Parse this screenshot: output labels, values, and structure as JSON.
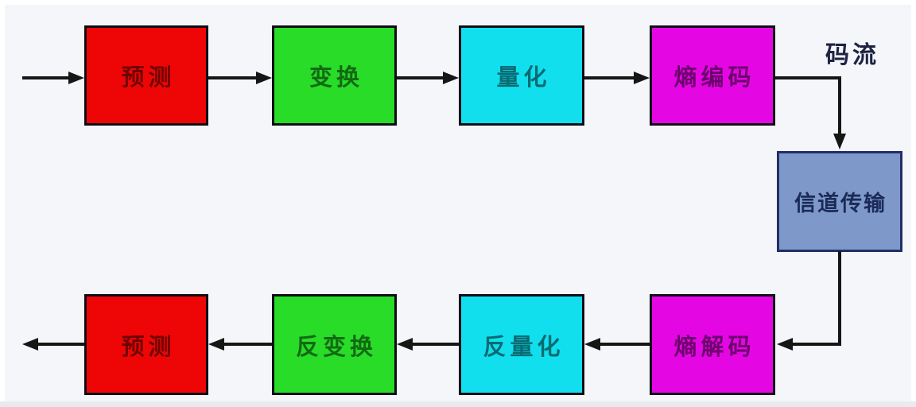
{
  "diagram": {
    "type": "flowchart",
    "stream_label": "码流",
    "encoder": [
      {
        "id": "prediction",
        "label": "预测",
        "color": "#ee0606"
      },
      {
        "id": "transform",
        "label": "变换",
        "color": "#28dc28"
      },
      {
        "id": "quantization",
        "label": "量化",
        "color": "#12dfee"
      },
      {
        "id": "entropy-encoding",
        "label": "熵编码",
        "color": "#e407e4"
      }
    ],
    "channel": {
      "id": "channel-transmission",
      "label": "信道传输",
      "color": "#7e99c9",
      "border_color": "#222f66"
    },
    "decoder": [
      {
        "id": "prediction-decoder",
        "label": "预测",
        "color": "#ee0606"
      },
      {
        "id": "inverse-transform",
        "label": "反变换",
        "color": "#28dc28"
      },
      {
        "id": "inverse-quantization",
        "label": "反量化",
        "color": "#12dfee"
      },
      {
        "id": "entropy-decoding",
        "label": "熵解码",
        "color": "#e407e4"
      }
    ],
    "edges": [
      {
        "from": "input",
        "to": "prediction"
      },
      {
        "from": "prediction",
        "to": "transform"
      },
      {
        "from": "transform",
        "to": "quantization"
      },
      {
        "from": "quantization",
        "to": "entropy-encoding"
      },
      {
        "from": "entropy-encoding",
        "to": "channel-transmission",
        "label": "码流"
      },
      {
        "from": "channel-transmission",
        "to": "entropy-decoding"
      },
      {
        "from": "entropy-decoding",
        "to": "inverse-quantization"
      },
      {
        "from": "inverse-quantization",
        "to": "inverse-transform"
      },
      {
        "from": "inverse-transform",
        "to": "prediction-decoder"
      },
      {
        "from": "prediction-decoder",
        "to": "output"
      }
    ],
    "colors": {
      "line": "#161616",
      "background": "#f5f6fa",
      "box_border": "#0d0d16",
      "channel_border": "#222f66",
      "bottom_band": "#e8eaee"
    }
  }
}
